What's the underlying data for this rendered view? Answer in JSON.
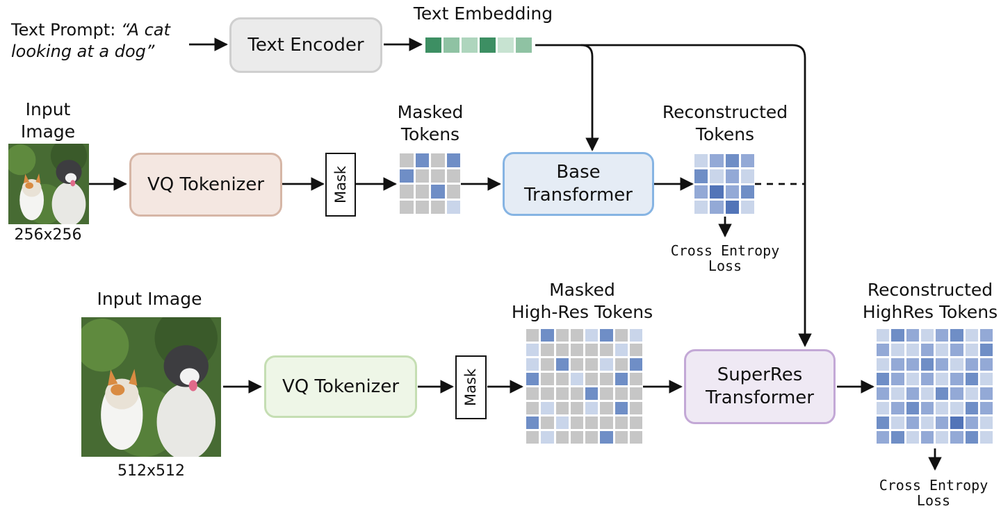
{
  "text_prompt": {
    "label": "Text Prompt:",
    "quote_line1": "“A cat",
    "quote_line2": "looking at a dog”"
  },
  "text_encoder": {
    "label": "Text Encoder"
  },
  "text_embedding": {
    "title": "Text Embedding",
    "cells": [
      "#3d8f63",
      "#8fc2a3",
      "#aed5bd",
      "#3d8f63",
      "#c7e3d1",
      "#8fc2a3"
    ]
  },
  "base_row": {
    "input_title_line1": "Input",
    "input_title_line2": "Image",
    "input_size": "256x256",
    "tokenizer": "VQ Tokenizer",
    "mask": "Mask",
    "masked_title_line1": "Masked",
    "masked_title_line2": "Tokens",
    "transformer_line1": "Base",
    "transformer_line2": "Transformer",
    "recon_title_line1": "Reconstructed",
    "recon_title_line2": "Tokens",
    "loss_line1": "Cross Entropy",
    "loss_line2": "Loss"
  },
  "highres_row": {
    "input_title": "Input Image",
    "input_size": "512x512",
    "tokenizer": "VQ Tokenizer",
    "mask": "Mask",
    "masked_title_line1": "Masked",
    "masked_title_line2": "High-Res Tokens",
    "transformer_line1": "SuperRes",
    "transformer_line2": "Transformer",
    "recon_title_line1": "Reconstructed",
    "recon_title_line2": "HighRes Tokens",
    "loss_line1": "Cross Entropy",
    "loss_line2": "Loss"
  },
  "colors": {
    "text_encoder_fill": "#ebebeb",
    "text_encoder_border": "#cfcfcf",
    "vq1_fill": "#f4e7e1",
    "vq1_border": "#d6b6a6",
    "base_fill": "#e5ecf5",
    "base_border": "#86b4e3",
    "vq2_fill": "#eef6e7",
    "vq2_border": "#c5deb3",
    "superres_fill": "#efe9f4",
    "superres_border": "#c3a8d6",
    "token_grey": "#c6c6c6",
    "token_blue": "#6f8ec6",
    "token_light": "#c9d5ea",
    "token_mid": "#93a9d6"
  }
}
